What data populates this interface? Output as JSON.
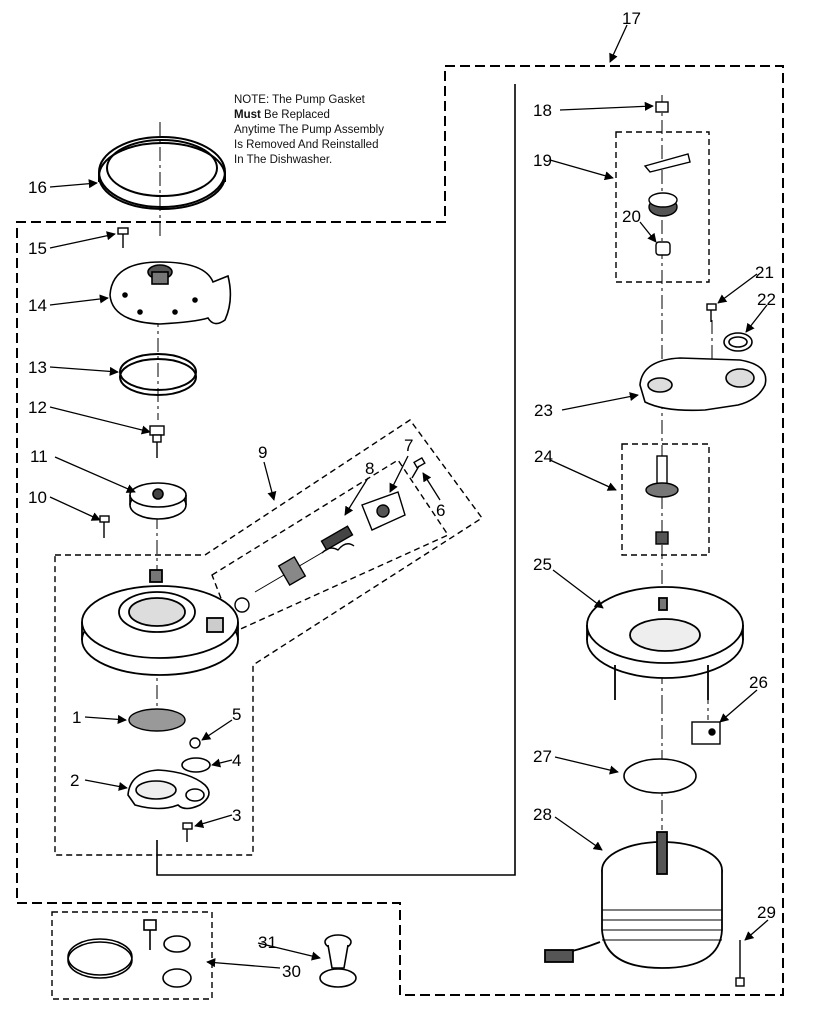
{
  "note": {
    "line1": "NOTE: The Pump Gasket",
    "line2_bold": "Must",
    "line2_rest": " Be Replaced",
    "line3": "Anytime The Pump Assembly",
    "line4": "Is Removed And Reinstalled",
    "line5": "In The Dishwasher."
  },
  "callouts": {
    "c1": "1",
    "c2": "2",
    "c3": "3",
    "c4": "4",
    "c5": "5",
    "c6": "6",
    "c7": "7",
    "c8": "8",
    "c9": "9",
    "c10": "10",
    "c11": "11",
    "c12": "12",
    "c13": "13",
    "c14": "14",
    "c15": "15",
    "c16": "16",
    "c17": "17",
    "c18": "18",
    "c19": "19",
    "c20": "20",
    "c21": "21",
    "c22": "22",
    "c23": "23",
    "c24": "24",
    "c25": "25",
    "c26": "26",
    "c27": "27",
    "c28": "28",
    "c29": "29",
    "c30": "30",
    "c31": "31"
  }
}
